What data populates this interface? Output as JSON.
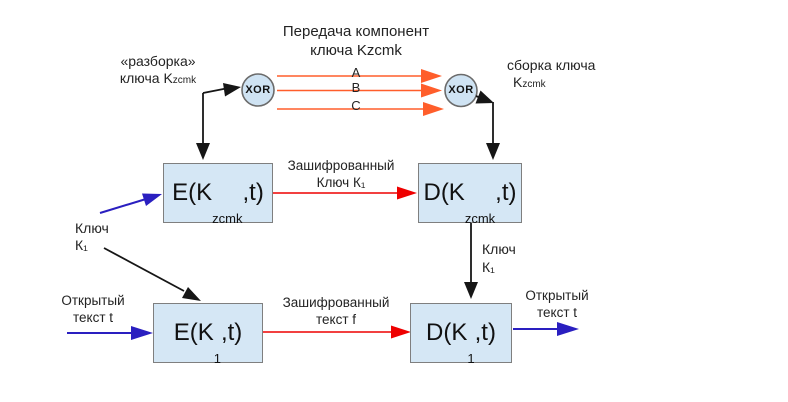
{
  "colors": {
    "orange": "#ff5e2b",
    "red": "#ee0000",
    "blue": "#2a1fc0",
    "black": "#161616",
    "box_fill": "#d5e7f5",
    "box_border": "#7f7f7f",
    "circle_fill": "#cfe3f3",
    "circle_border": "#6b6b6b"
  },
  "title": {
    "line1": "Передача компонент",
    "line2": "ключа Kzcmk"
  },
  "labels": {
    "disassembly": {
      "line1": "«разборка»",
      "line2_pre": "ключа  K",
      "line2_sub": "zcmk"
    },
    "assembly": {
      "line1": "сборка ключа",
      "line2_pre": "K",
      "line2_sub": "zcmk"
    },
    "encrypted_key": {
      "line1": "Зашифрованный",
      "line2": "Ключ К₁"
    },
    "key_k1_left": {
      "line1": "Ключ",
      "line2": "К₁"
    },
    "key_k1_right": {
      "line1": "Ключ",
      "line2": "К₁"
    },
    "plaintext_in": {
      "line1": "Открытый",
      "line2": "текст t"
    },
    "encrypted_text": {
      "line1": "Зашифрованный",
      "line2": "текст f"
    },
    "plaintext_out": {
      "line1": "Открытый",
      "line2": "текст t"
    }
  },
  "channels": {
    "a": "A",
    "b": "B",
    "c": "C"
  },
  "xor": {
    "left": "XOR",
    "right": "XOR"
  },
  "boxes": {
    "e_kzcmk": {
      "prefix": "E(K",
      "sub": "zcmk",
      "suffix": ",t)"
    },
    "d_kzcmk": {
      "prefix": "D(K",
      "sub": "zcmk",
      "suffix": ",t)"
    },
    "e_k1": {
      "prefix": "E(K",
      "sub": "1",
      "suffix": ",t)"
    },
    "d_k1": {
      "prefix": "D(K",
      "sub": "1",
      "suffix": ",t)"
    }
  }
}
